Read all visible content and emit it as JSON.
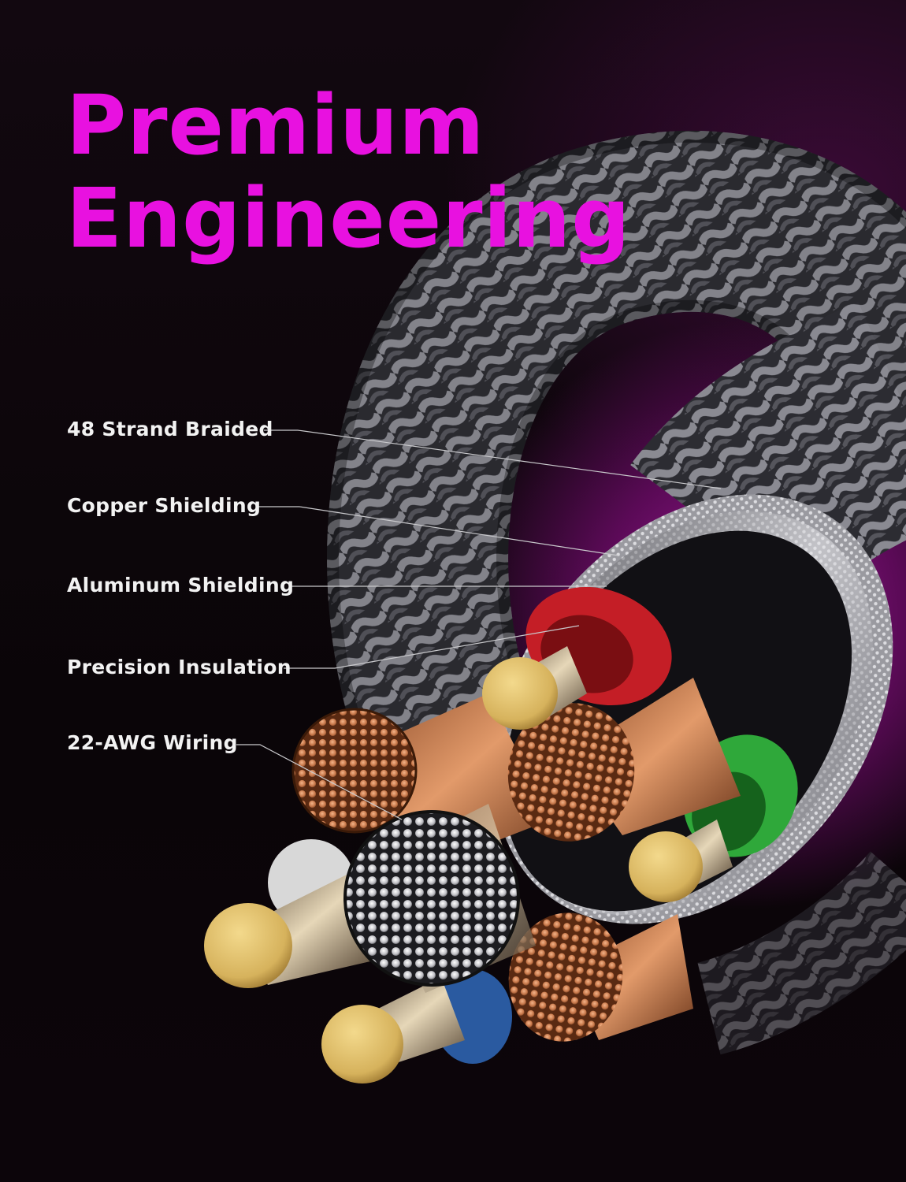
{
  "headline": {
    "line1": "Premium",
    "line2": "Engineering",
    "color": "#e811e0"
  },
  "callouts": [
    {
      "label": "48 Strand Braided"
    },
    {
      "label": "Copper Shielding"
    },
    {
      "label": "Aluminum Shielding"
    },
    {
      "label": "Precision Insulation"
    },
    {
      "label": "22-AWG Wiring"
    }
  ],
  "colors": {
    "braid": "#3a3a40",
    "aluminum": "#b9b9bd",
    "copper": "#c8784a",
    "insulation_red": "#c41e26",
    "insulation_green": "#2fa83a",
    "insulation_blue": "#2a5aa0",
    "insulation_white": "#d8d8d8",
    "gold": "#d6b25c",
    "tinned": "#cfcfd2"
  }
}
